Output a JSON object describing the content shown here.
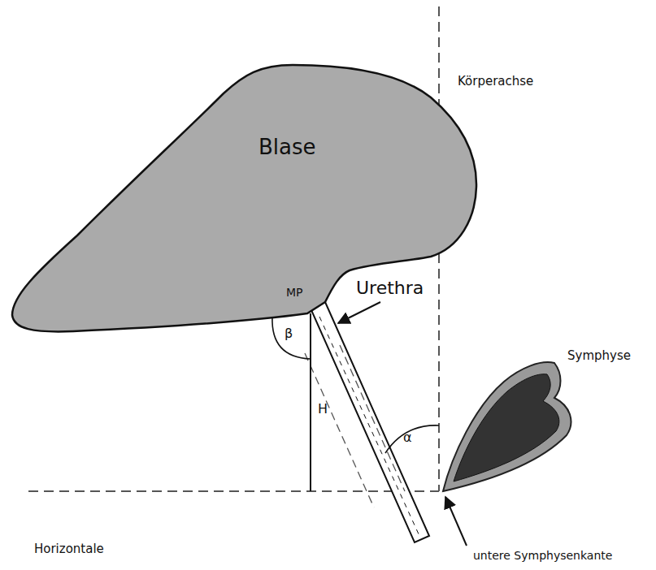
{
  "diagram": {
    "nodes": [
      {
        "text": [
          "Blase"
        ]
      }
    ],
    "labels": [
      "Körperachse",
      "Urethra",
      "MP",
      "β",
      "H",
      "α",
      "Symphyse",
      "Horizontale",
      "untere Symphysenkante"
    ]
  }
}
